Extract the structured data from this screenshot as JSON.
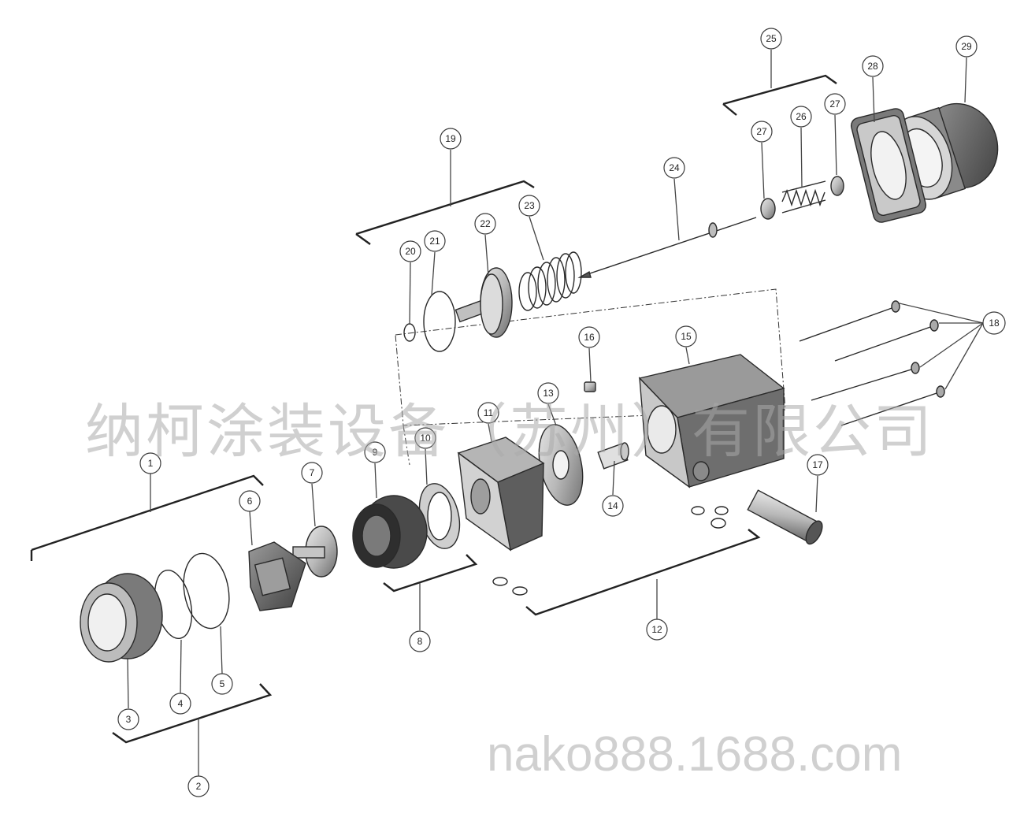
{
  "diagram": {
    "callouts": [
      "1",
      "2",
      "3",
      "4",
      "5",
      "6",
      "7",
      "8",
      "9",
      "10",
      "11",
      "12",
      "13",
      "14",
      "15",
      "16",
      "17",
      "18",
      "19",
      "20",
      "21",
      "22",
      "23",
      "24",
      "25",
      "26",
      "27",
      "28",
      "29"
    ],
    "watermark_cn": "纳柯涂装设备（苏州）有限公司",
    "watermark_url": "nako888.1688.com"
  },
  "colors": {
    "line": "#2a2a2a",
    "part_fill": "#bdbdbd",
    "part_dark": "#6f6f6f",
    "part_light": "#e6e6e6",
    "watermark": "#aaaaaa"
  }
}
